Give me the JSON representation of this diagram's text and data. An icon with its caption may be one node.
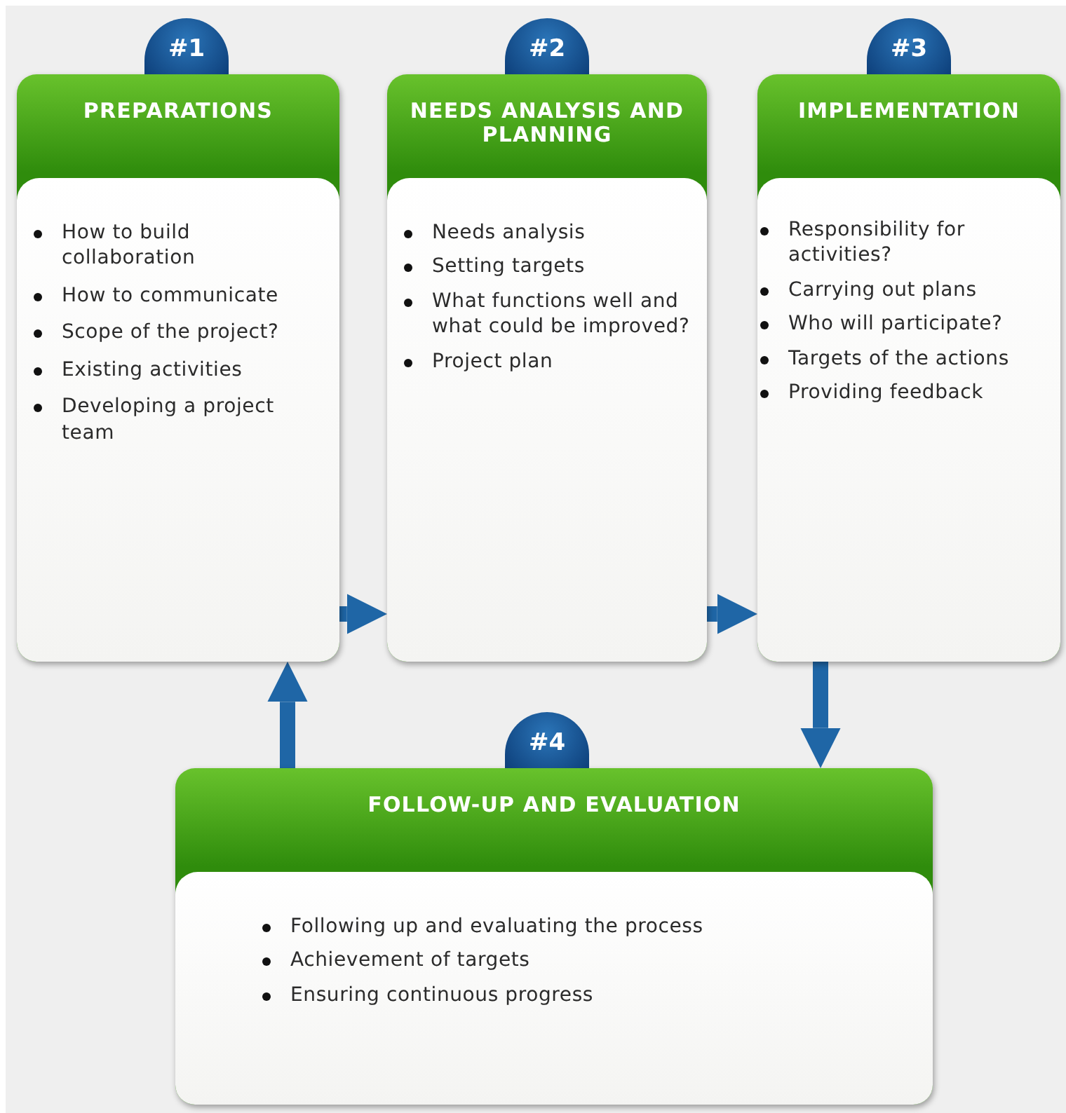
{
  "diagram": {
    "nodes": [
      {
        "text": [
          "#1"
        ]
      },
      {
        "text": [
          "PREPARATIONS",
          "How to build collaboration",
          "How to communicate",
          "Scope of the project?",
          "Existing activities",
          "Developing a project team"
        ]
      },
      {
        "text": [
          "#2"
        ]
      },
      {
        "text": [
          "NEEDS ANALYSIS AND PLANNING",
          "Needs analysis",
          "Setting targets",
          "What functions well and what could be improved?",
          "Project plan"
        ]
      },
      {
        "text": [
          "#3"
        ]
      },
      {
        "text": [
          "IMPLEMENTATION",
          "Responsibility for activities?",
          "Carrying out plans",
          "Who will participate?",
          "Targets of the actions",
          "Providing feedback"
        ]
      },
      {
        "text": [
          "#4"
        ]
      },
      {
        "text": [
          "FOLLOW-UP AND EVALUATION",
          "Following up and evaluating the process",
          "Achievement of targets",
          "Ensuring continuous progress"
        ]
      }
    ],
    "edges": [
      {
        "from": 1,
        "to": 3,
        "arrow": "to"
      },
      {
        "from": 3,
        "to": 5,
        "arrow": "to"
      },
      {
        "from": 5,
        "to": 7,
        "arrow": "to"
      },
      {
        "from": 7,
        "to": 1,
        "arrow": "to"
      }
    ]
  }
}
